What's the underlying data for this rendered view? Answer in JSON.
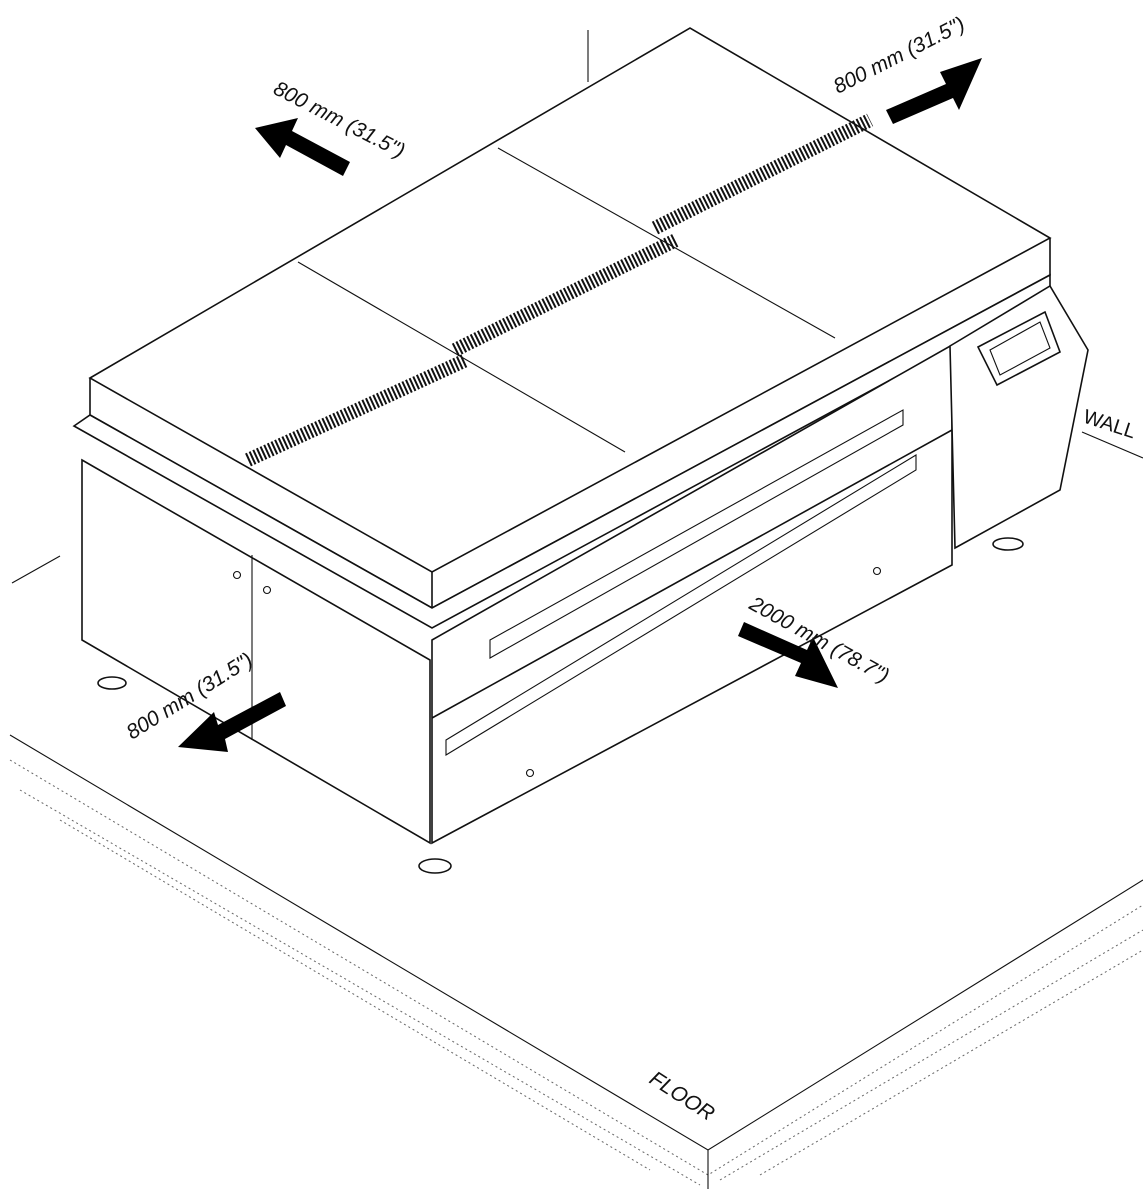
{
  "labels": {
    "clearance_left_back": "800 mm (31.5\")",
    "clearance_right_back": "800 mm (31.5\")",
    "clearance_left_front": "800 mm (31.5\")",
    "clearance_front": "2000 mm (78.7\")",
    "wall": "WALL",
    "floor": "FLOOR"
  },
  "colors": {
    "line": "#111111",
    "background": "#ffffff",
    "arrow": "#000000",
    "floor_texture": "#666666"
  },
  "icons": {
    "arrows": "arrow-icon",
    "control_panel": "display-icon"
  }
}
